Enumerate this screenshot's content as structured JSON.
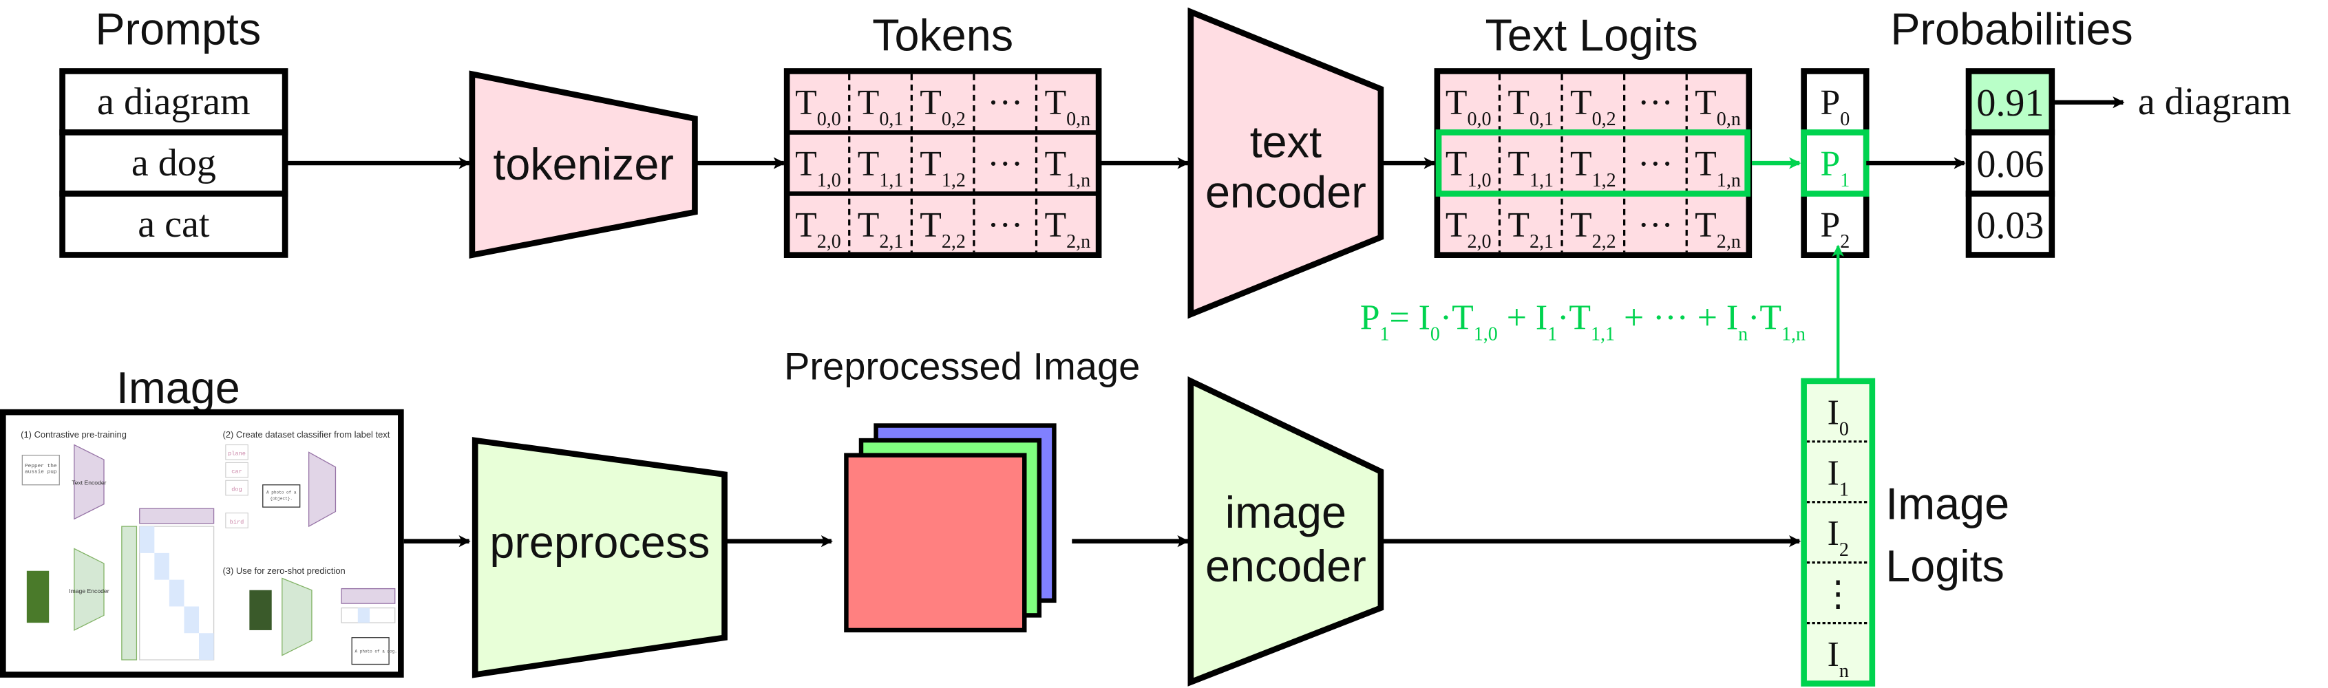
{
  "titles": {
    "prompts": "Prompts",
    "tokens": "Tokens",
    "text_logits": "Text Logits",
    "probabilities": "Probabilities",
    "image": "Image",
    "preprocessed_image": "Preprocessed Image",
    "image_logits_line1": "Image",
    "image_logits_line2": "Logits"
  },
  "prompts": [
    "a diagram",
    "a dog",
    "a cat"
  ],
  "blocks": {
    "tokenizer": "tokenizer",
    "text_encoder_line1": "text",
    "text_encoder_line2": "encoder",
    "preprocess": "preprocess",
    "image_encoder_line1": "image",
    "image_encoder_line2": "encoder"
  },
  "tokens": [
    [
      {
        "b": "T",
        "s": "0,0"
      },
      {
        "b": "T",
        "s": "0,1"
      },
      {
        "b": "T",
        "s": "0,2"
      },
      {
        "b": "···",
        "s": ""
      },
      {
        "b": "T",
        "s": "0,n"
      }
    ],
    [
      {
        "b": "T",
        "s": "1,0"
      },
      {
        "b": "T",
        "s": "1,1"
      },
      {
        "b": "T",
        "s": "1,2"
      },
      {
        "b": "···",
        "s": ""
      },
      {
        "b": "T",
        "s": "1,n"
      }
    ],
    [
      {
        "b": "T",
        "s": "2,0"
      },
      {
        "b": "T",
        "s": "2,1"
      },
      {
        "b": "T",
        "s": "2,2"
      },
      {
        "b": "···",
        "s": ""
      },
      {
        "b": "T",
        "s": "2,n"
      }
    ]
  ],
  "text_logits": [
    [
      {
        "b": "T",
        "s": "0,0"
      },
      {
        "b": "T",
        "s": "0,1"
      },
      {
        "b": "T",
        "s": "0,2"
      },
      {
        "b": "···",
        "s": ""
      },
      {
        "b": "T",
        "s": "0,n"
      }
    ],
    [
      {
        "b": "T",
        "s": "1,0"
      },
      {
        "b": "T",
        "s": "1,1"
      },
      {
        "b": "T",
        "s": "1,2"
      },
      {
        "b": "···",
        "s": ""
      },
      {
        "b": "T",
        "s": "1,n"
      }
    ],
    [
      {
        "b": "T",
        "s": "2,0"
      },
      {
        "b": "T",
        "s": "2,1"
      },
      {
        "b": "T",
        "s": "2,2"
      },
      {
        "b": "···",
        "s": ""
      },
      {
        "b": "T",
        "s": "2,n"
      }
    ]
  ],
  "highlight_row": 1,
  "p_values": [
    {
      "b": "P",
      "s": "0"
    },
    {
      "b": "P",
      "s": "1"
    },
    {
      "b": "P",
      "s": "2"
    }
  ],
  "probabilities": [
    "0.91",
    "0.06",
    "0.03"
  ],
  "prediction": "a diagram",
  "image_logits": [
    {
      "b": "I",
      "s": "0"
    },
    {
      "b": "I",
      "s": "1"
    },
    {
      "b": "I",
      "s": "2"
    },
    {
      "b": "⋮",
      "s": ""
    },
    {
      "b": "I",
      "s": "n"
    }
  ],
  "formula": [
    {
      "b": "P",
      "s": "1"
    },
    {
      "b": "= I",
      "s": "0"
    },
    {
      "b": "·T",
      "s": "1,0"
    },
    {
      "b": " + I",
      "s": "1"
    },
    {
      "b": "·T",
      "s": "1,1"
    },
    {
      "b": " + ··· + I",
      "s": "n"
    },
    {
      "b": "·T",
      "s": "1,n"
    }
  ],
  "embedded_figure": {
    "step1": "(1) Contrastive pre-training",
    "step2": "(2) Create dataset classifier from label text",
    "step3": "(3) Use for zero-shot prediction",
    "caption": "Pepper the aussie pup",
    "text_encoder": "Text Encoder",
    "image_encoder": "Image Encoder",
    "labels": [
      "plane",
      "car",
      "dog",
      "bird"
    ],
    "template": "A photo of a {object}.",
    "result": "A photo of a dog."
  },
  "colors": {
    "pink": "#ffdde3",
    "light_green": "#e8ffd8",
    "green_accent": "#00d34f",
    "prob_highlight": "#b9ffc8",
    "red_channel": "#ff8080",
    "green_channel": "#80ff80",
    "blue_channel": "#8080ff"
  }
}
